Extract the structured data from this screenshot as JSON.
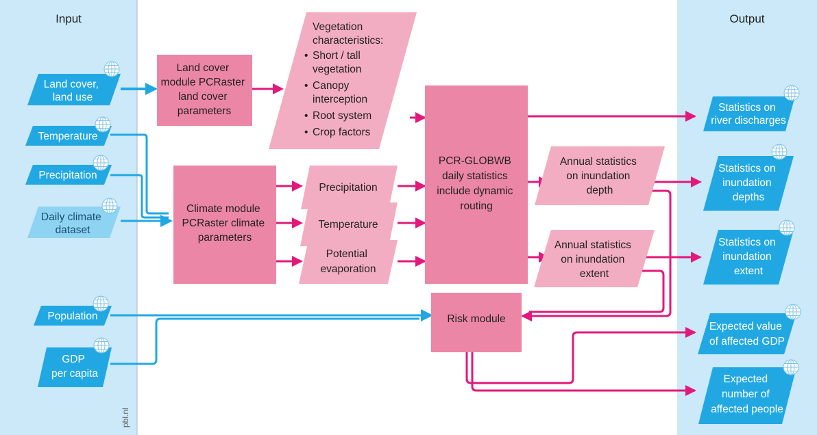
{
  "panels": {
    "input_title": "Input",
    "output_title": "Output",
    "credit": "pbl.nl"
  },
  "inputs": {
    "land_cover": [
      "Land cover,",
      "land use"
    ],
    "temperature": [
      "Temperature"
    ],
    "precipitation": [
      "Precipitation"
    ],
    "daily_climate": [
      "Daily climate",
      "dataset"
    ],
    "population": [
      "Population"
    ],
    "gdp": [
      "GDP",
      "per capita"
    ]
  },
  "modules": {
    "land_cover_module": [
      "Land cover",
      "module PCRaster",
      "land cover",
      "parameters"
    ],
    "climate_module": [
      "Climate module",
      "PCRaster climate",
      "parameters"
    ],
    "pcr_globwb": [
      "PCR-GLOBWB",
      "daily statistics",
      "include dynamic",
      "routing"
    ],
    "risk_module": [
      "Risk module"
    ]
  },
  "intermediates": {
    "vegetation_title": [
      "Vegetation",
      "characteristics:"
    ],
    "vegetation_items": [
      [
        "Short / tall",
        "vegetation"
      ],
      [
        "Canopy",
        "interception"
      ],
      [
        "Root system"
      ],
      [
        "Crop factors"
      ]
    ],
    "precipitation": [
      "Precipitation"
    ],
    "temperature": [
      "Temperature"
    ],
    "potential_evaporation": [
      "Potential",
      "evaporation"
    ],
    "annual_depth": [
      "Annual statistics",
      "on inundation",
      "depth"
    ],
    "annual_extent": [
      "Annual statistics",
      "on inundation",
      "extent"
    ]
  },
  "outputs": {
    "river_discharges": [
      "Statistics on",
      "river discharges"
    ],
    "inundation_depths": [
      "Statistics on",
      "inundation",
      "depths"
    ],
    "inundation_extent": [
      "Statistics on",
      "inundation",
      "extent"
    ],
    "expected_gdp": [
      "Expected value",
      "of affected GDP"
    ],
    "expected_people": [
      "Expected",
      "number of",
      "affected people"
    ]
  },
  "colors": {
    "panel_bg": "#cbe9f8",
    "input_blue": "#21a8e3",
    "input_light_blue": "#8ed3f2",
    "module_pink": "#ec86a6",
    "light_pink": "#f3adc2",
    "arrow_pink": "#e2197a",
    "arrow_blue": "#21a8e3"
  },
  "icons": [
    "globe-icon"
  ]
}
